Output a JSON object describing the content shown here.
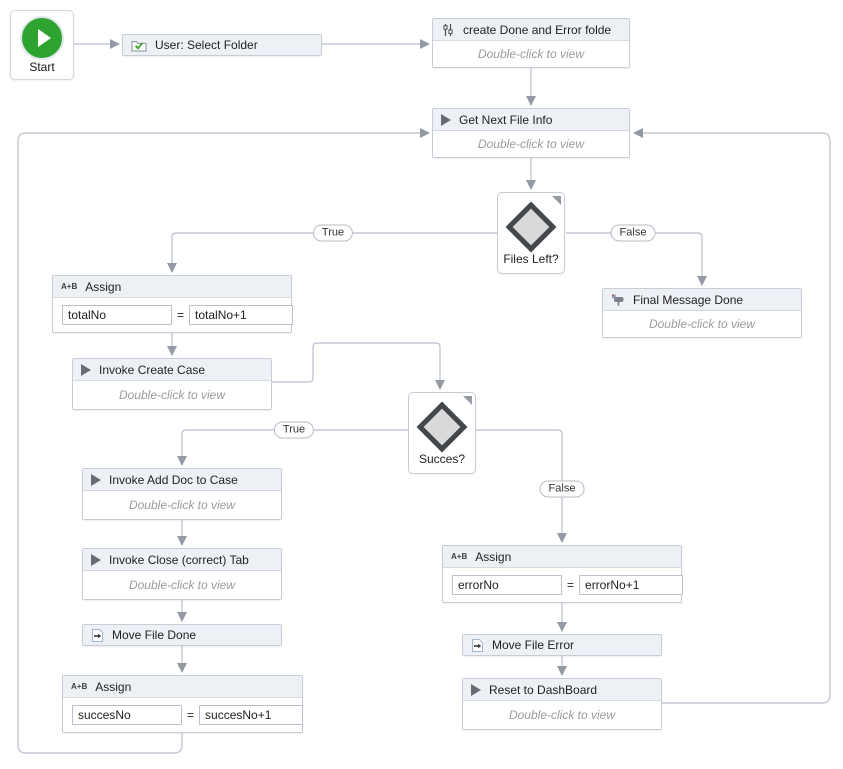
{
  "colors": {
    "start_green": "#2fa32f",
    "node_header_bg": "#edf0f4",
    "node_border": "#c7ccd6",
    "wire": "#c3c9d3",
    "arrow": "#939aa4",
    "flag_red": "#b84a4a"
  },
  "assign_icon_label": "A+B",
  "nodes": {
    "start": {
      "label": "Start"
    },
    "select_folder": {
      "title": "User: Select Folder"
    },
    "create_folders": {
      "title": "create Done and Error folde",
      "subtitle": "Double-click to view"
    },
    "get_next_file": {
      "title": "Get Next File Info",
      "subtitle": "Double-click to view"
    },
    "files_left": {
      "label": "Files Left?"
    },
    "assign_total": {
      "title": "Assign",
      "left_value": "totalNo",
      "operator": "=",
      "right_value": "totalNo+1"
    },
    "final_message": {
      "title": "Final Message Done",
      "subtitle": "Double-click to view"
    },
    "invoke_create_case": {
      "title": "Invoke Create Case",
      "subtitle": "Double-click to view"
    },
    "succes": {
      "label": "Succes?"
    },
    "invoke_add_doc": {
      "title": "Invoke Add Doc to Case",
      "subtitle": "Double-click to view"
    },
    "invoke_close_tab": {
      "title": "Invoke Close (correct) Tab",
      "subtitle": "Double-click to view"
    },
    "move_file_done": {
      "title": "Move File Done"
    },
    "assign_succes": {
      "title": "Assign",
      "left_value": "succesNo",
      "operator": "=",
      "right_value": "succesNo+1"
    },
    "assign_error": {
      "title": "Assign",
      "left_value": "errorNo",
      "operator": "=",
      "right_value": "errorNo+1"
    },
    "move_file_error": {
      "title": "Move File Error"
    },
    "reset_dashboard": {
      "title": "Reset to DashBoard",
      "subtitle": "Double-click to view"
    }
  },
  "branches": {
    "files_left_true": "True",
    "files_left_false": "False",
    "succes_true": "True",
    "succes_false": "False"
  }
}
